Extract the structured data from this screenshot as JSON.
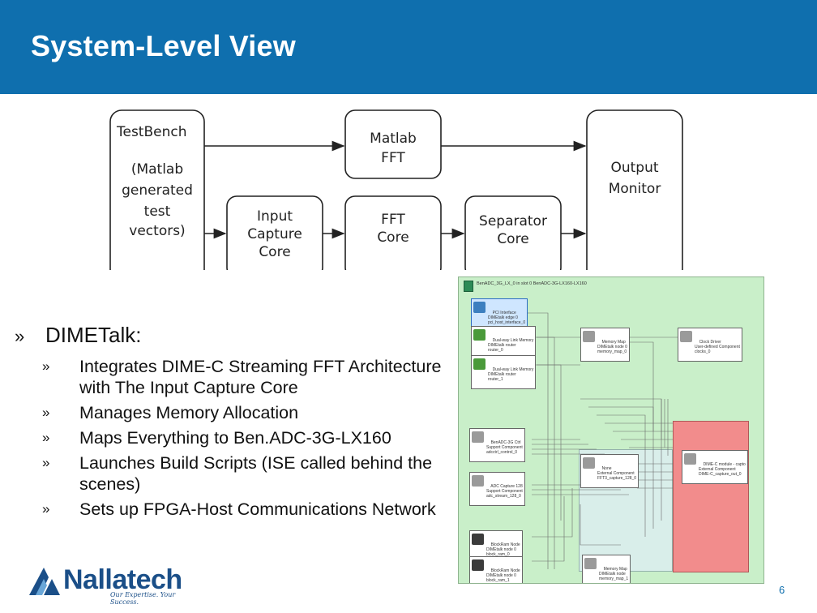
{
  "header": {
    "title": "System-Level View"
  },
  "diagram": {
    "testbench": {
      "title": "TestBench",
      "lines": [
        "(Matlab",
        "generated",
        "test",
        "vectors)"
      ]
    },
    "matlab_fft": [
      "Matlab",
      "FFT"
    ],
    "input_capture": [
      "Input",
      "Capture",
      "Core"
    ],
    "fft_core": [
      "FFT",
      "Core"
    ],
    "separator": [
      "Separator",
      "Core"
    ],
    "output_monitor": [
      "Output",
      "Monitor"
    ]
  },
  "bullets": {
    "title": "DIMETalk:",
    "items": [
      "Integrates DIME-C Streaming FFT Architecture with The Input Capture Core",
      "Manages Memory Allocation",
      "Maps Everything to Ben.ADC-3G-LX160",
      "Launches Build Scripts (ISE called behind the scenes)",
      "Sets up FPGA-Host Communications Network"
    ]
  },
  "logo": {
    "name": "Nallatech",
    "tagline": "Our Expertise. Your Success."
  },
  "page_number": "6",
  "screenshot": {
    "title": "BenADC_3G_LX_0 in slot 0\nBenADC-3G-LX160-LX160",
    "components": [
      {
        "text": "PCI Interface\nDIMEtalk edge 0\npci_host_interface_0"
      },
      {
        "text": "Dual-way Link Memory\nDIMEtalk router\nrouter_0"
      },
      {
        "text": "Dual-way Link Memory\nDIMEtalk router\nrouter_1"
      },
      {
        "text": "Memory Map\nDIMEtalk node 0\nmemory_map_0"
      },
      {
        "text": "Clock Driver\nUser-defined Component\nclocks_0"
      },
      {
        "text": "BenADC-3G Ctrl\nSupport Component\nadcctrl_control_0"
      },
      {
        "text": "ADC Capture 128\nSupport Component\nadc_stream_128_0"
      },
      {
        "text": "None\nExternal Component\nFFT3_capture_128_0"
      },
      {
        "text": "DIME-C module - capto\nExternal Component\nDIME-C_capture_out_0"
      },
      {
        "text": "BlockRam Node\nDIMEtalk node 0\nblock_ram_0"
      },
      {
        "text": "BlockRam Node\nDIMEtalk node 0\nblock_ram_1"
      },
      {
        "text": "Memory Map\nDIMEtalk node\nmemory_map_1"
      }
    ]
  }
}
